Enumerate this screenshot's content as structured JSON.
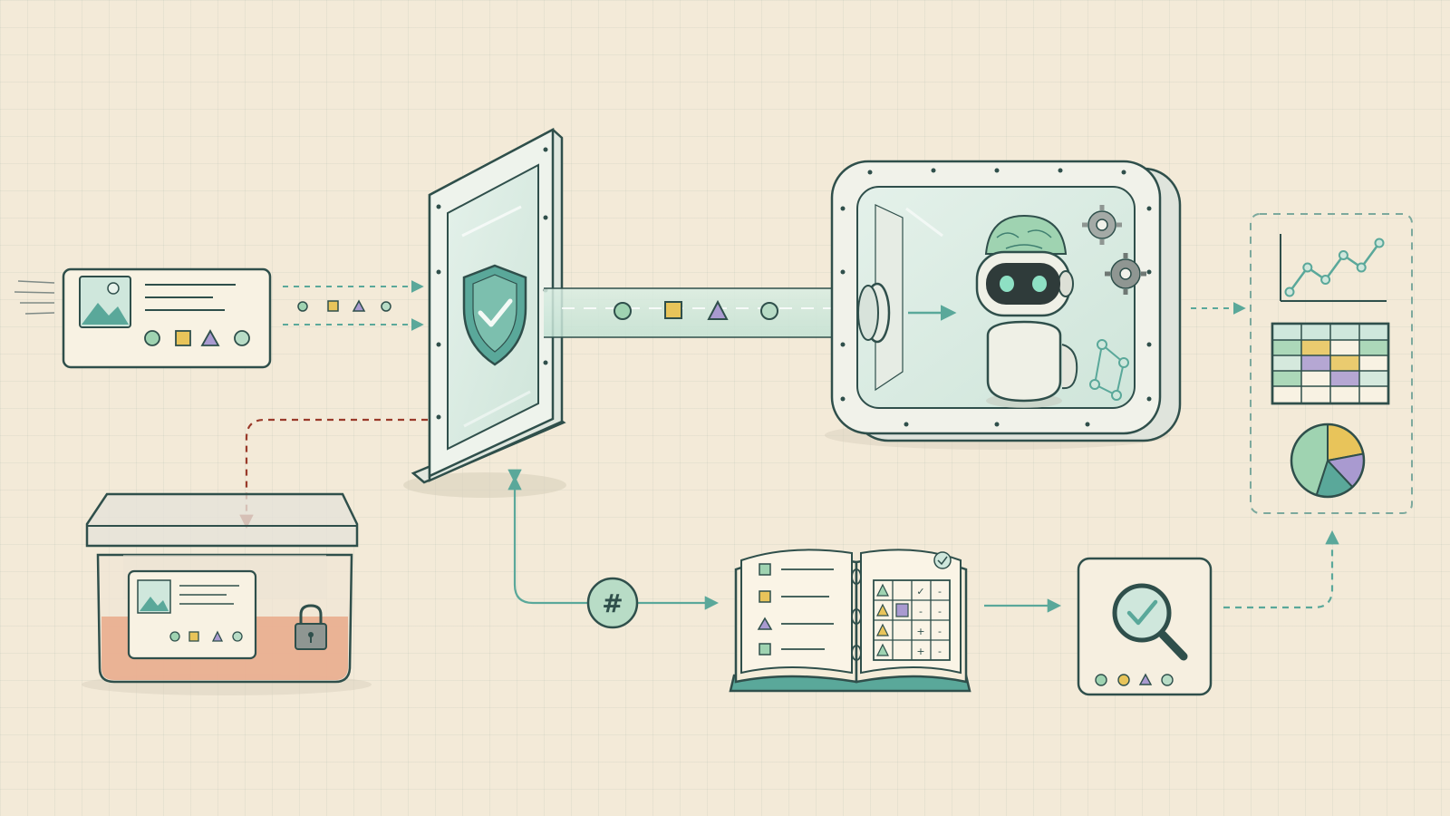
{
  "colors": {
    "background": "#f3ead8",
    "ink": "#2f4f4b",
    "teal": "#5aa89a",
    "teal_fill": "#cfe7dc",
    "yellow": "#e8c45a",
    "purple": "#a99ad0",
    "green": "#9fd3b1",
    "red_path": "#9a3a2a",
    "storage_fill": "#e9a98a",
    "gray": "#8f9692"
  },
  "icons": {
    "source_card": "image-card-icon",
    "gateway": "shield-check-icon",
    "storage": "locked-box-icon",
    "processor": "robot-brain-icon",
    "hash": "hash-icon",
    "ledger": "notebook-grid-icon",
    "verify": "magnifier-check-icon",
    "outputs": "charts-table-pie-icon"
  },
  "hash_node": {
    "glyph": "#"
  },
  "ledger": {
    "grid_marks": [
      [
        "✓",
        "-"
      ],
      [
        "-",
        "-"
      ],
      [
        "+",
        "-"
      ],
      [
        "+",
        "-"
      ]
    ]
  },
  "chart_data": {
    "pie": [
      {
        "value": 0.22,
        "color": "#e8c45a"
      },
      {
        "value": 0.16,
        "color": "#a99ad0"
      },
      {
        "value": 0.17,
        "color": "#5aa89a"
      },
      {
        "value": 0.45,
        "color": "#9fd3b1"
      }
    ],
    "line": [
      1,
      3,
      2,
      4,
      3,
      5
    ]
  }
}
